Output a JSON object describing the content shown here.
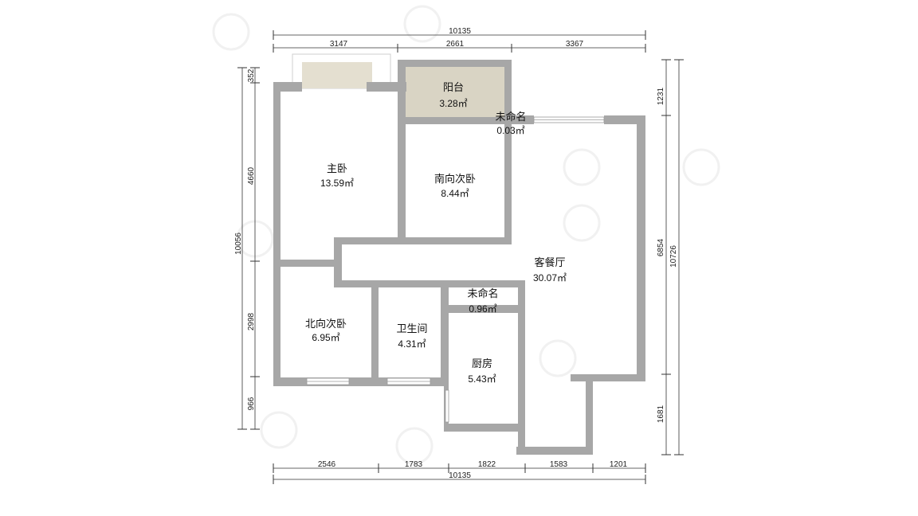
{
  "rooms": {
    "balcony": {
      "name": "阳台",
      "area": "3.28㎡"
    },
    "unnamed_top": {
      "name": "未命名",
      "area": "0.03㎡"
    },
    "master_bedroom": {
      "name": "主卧",
      "area": "13.59㎡"
    },
    "south_bedroom": {
      "name": "南向次卧",
      "area": "8.44㎡"
    },
    "living_dining": {
      "name": "客餐厅",
      "area": "30.07㎡"
    },
    "unnamed_mid": {
      "name": "未命名",
      "area": "0.96㎡"
    },
    "north_bedroom": {
      "name": "北向次卧",
      "area": "6.95㎡"
    },
    "bathroom": {
      "name": "卫生间",
      "area": "4.31㎡"
    },
    "kitchen": {
      "name": "厨房",
      "area": "5.43㎡"
    }
  },
  "dimensions": {
    "top_total": "10135",
    "top_segments": [
      "3147",
      "2661",
      "3367"
    ],
    "bottom_total": "10135",
    "bottom_segments": [
      "2546",
      "1783",
      "1822",
      "1583",
      "1201"
    ],
    "left_total": "10056",
    "left_segments": [
      "352",
      "4660",
      "2998",
      "966"
    ],
    "right_total": "10726",
    "right_segments": [
      "1231",
      "6854",
      "1681"
    ]
  }
}
